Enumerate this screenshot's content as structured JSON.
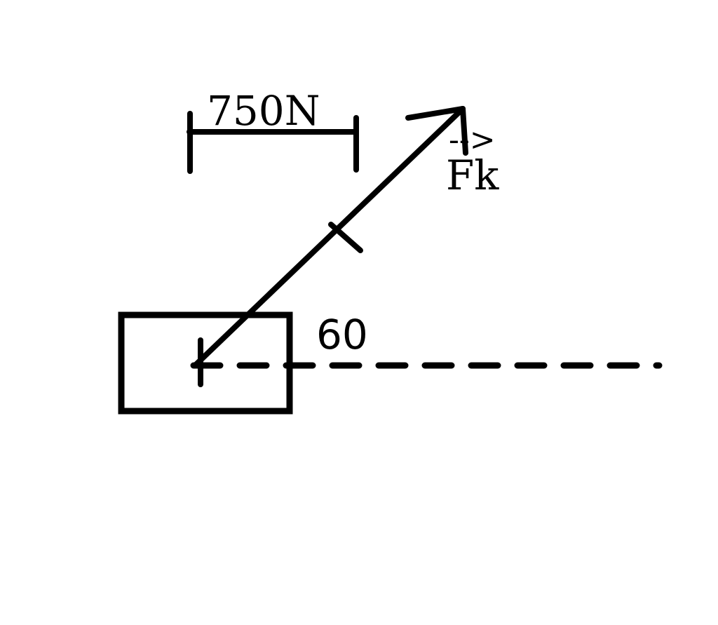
{
  "diagram": {
    "scale_label": "750N",
    "force_label": "Fk",
    "vector_arrow_label": "-->",
    "angle_label": "60",
    "ink_color": "#000000",
    "background_color": "#ffffff"
  }
}
